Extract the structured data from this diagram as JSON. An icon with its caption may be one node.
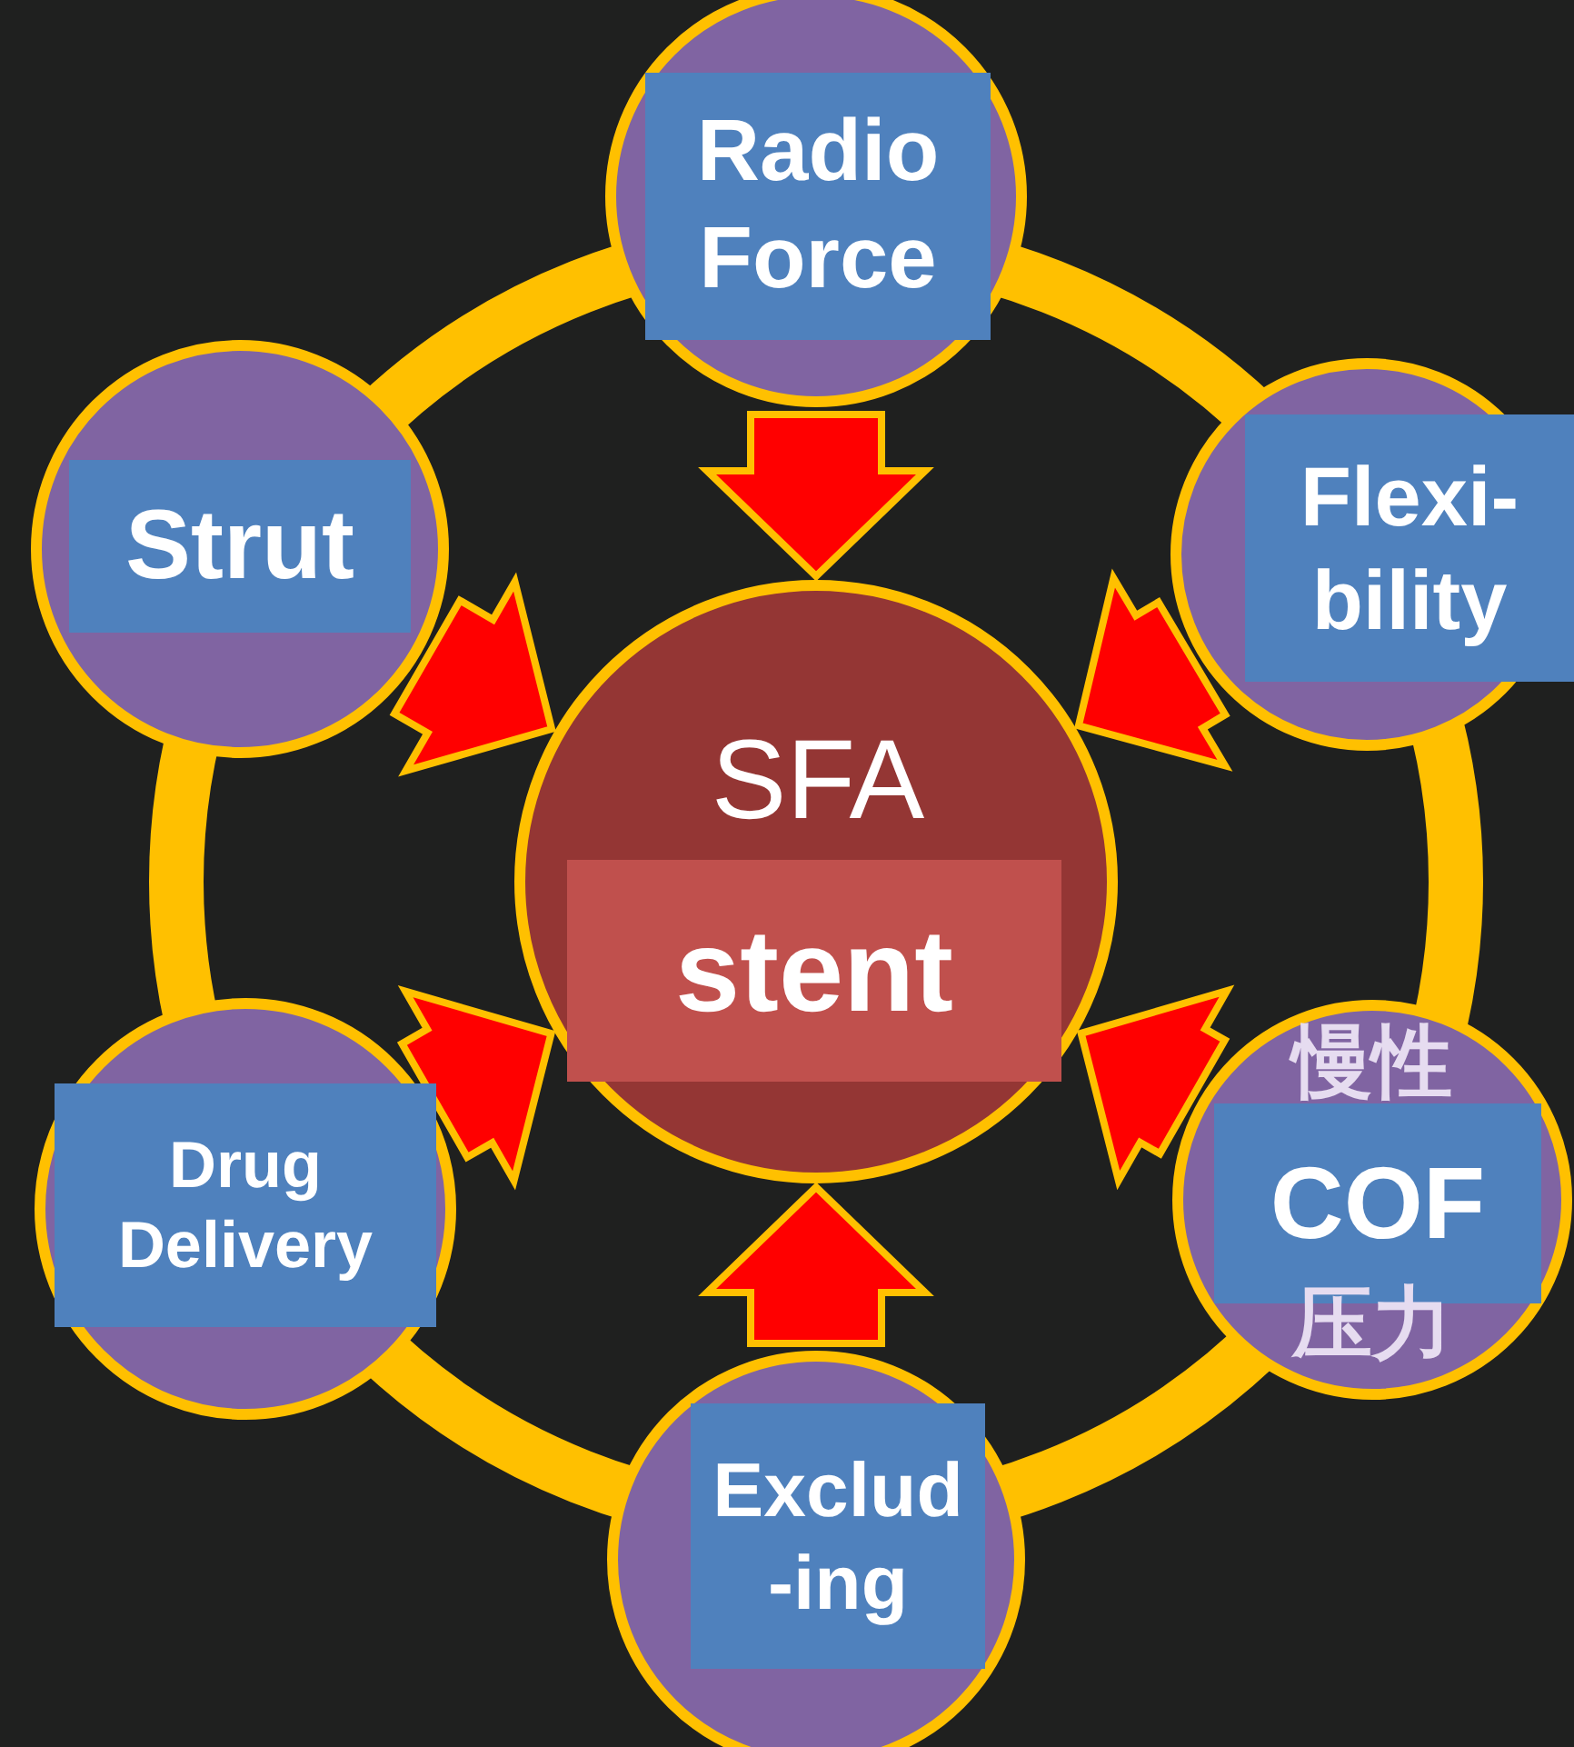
{
  "diagram": {
    "nodes": [
      {
        "text": [
          "SFA",
          "stent"
        ]
      },
      {
        "text": [
          "Radio Force"
        ]
      },
      {
        "text": [
          "Flexi- bility"
        ]
      },
      {
        "text": [
          "慢性",
          "COF",
          "压力"
        ]
      },
      {
        "text": [
          "Exclud -ing"
        ]
      },
      {
        "text": [
          "Drug Delivery"
        ]
      },
      {
        "text": [
          "Strut"
        ]
      }
    ],
    "edges": [
      {
        "from": 1,
        "to": 0,
        "arrow": "to",
        "style": "thick",
        "color": "#ff0000"
      },
      {
        "from": 2,
        "to": 0,
        "arrow": "to",
        "style": "thick",
        "color": "#ff0000"
      },
      {
        "from": 3,
        "to": 0,
        "arrow": "to",
        "style": "thick",
        "color": "#ff0000"
      },
      {
        "from": 4,
        "to": 0,
        "arrow": "to",
        "style": "thick",
        "color": "#ff0000"
      },
      {
        "from": 5,
        "to": 0,
        "arrow": "to",
        "style": "thick",
        "color": "#ff0000"
      },
      {
        "from": 6,
        "to": 0,
        "arrow": "to",
        "style": "thick",
        "color": "#ff0000"
      }
    ]
  }
}
